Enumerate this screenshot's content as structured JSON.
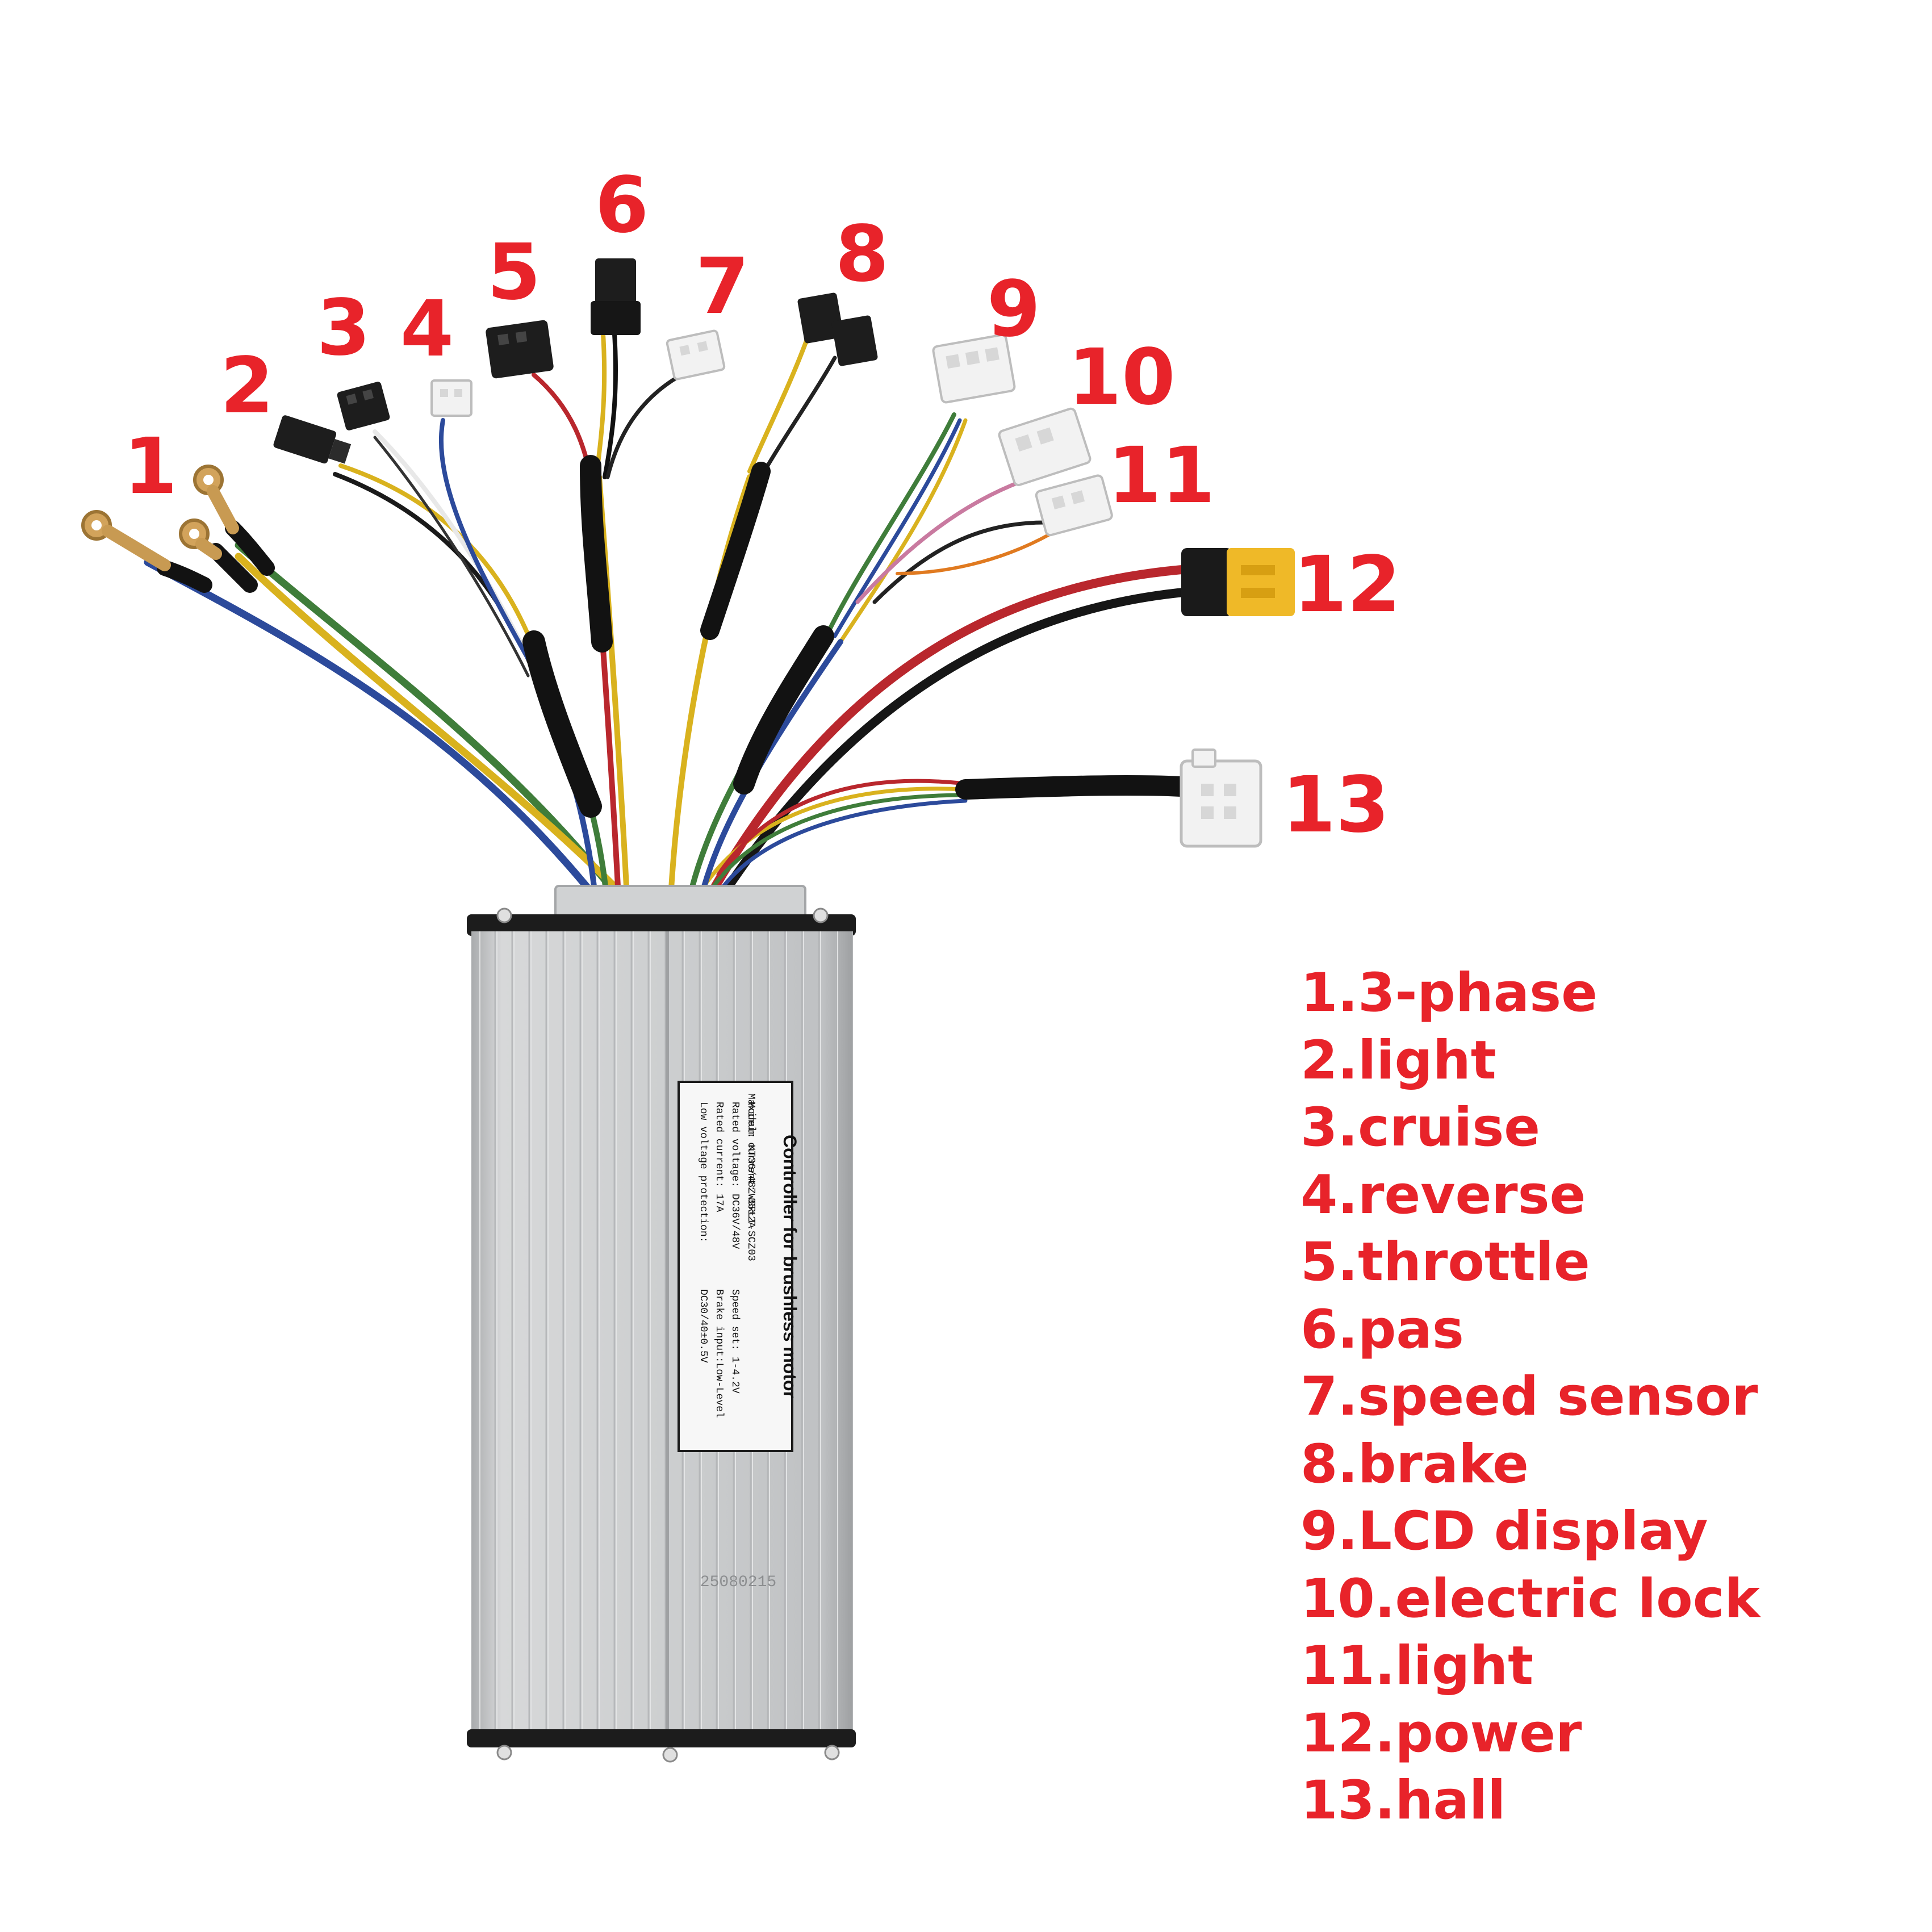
{
  "colors": {
    "accent": "#e8232a",
    "housing": "#c9cbcd",
    "wire_blue": "#2c4a9b",
    "wire_green": "#3f7d3a",
    "wire_yellow": "#d9b21e",
    "wire_red": "#b9272d",
    "wire_black": "#151515",
    "connector_xt60": "#efb928"
  },
  "callouts": [
    "1",
    "2",
    "3",
    "4",
    "5",
    "6",
    "7",
    "8",
    "9",
    "10",
    "11",
    "12",
    "13"
  ],
  "legend": [
    "1.3-phase",
    "2.light",
    "3.cruise",
    "4.reverse",
    "5.throttle",
    "6.pas",
    "7.speed sensor",
    "8.brake",
    "9.LCD display",
    "10.electric lock",
    "11.light",
    "12.power",
    "13.hall"
  ],
  "controller_label": {
    "title": "Controller for brushless motor",
    "model": "Model: KT36/48ZWSRLT-SCZ03",
    "rated_voltage": "Rated voltage: DC36V/48V",
    "rated_current": "Rated current:  17A",
    "low_voltage": "Low voltage protection:",
    "max_current": "Maximum current: 35±2A",
    "speed_set": "Speed set: 1-4.2V",
    "brake_input": "Brake input:Low-Level",
    "low_voltage_value": "DC30/40±0.5V"
  },
  "serial": "25080215"
}
